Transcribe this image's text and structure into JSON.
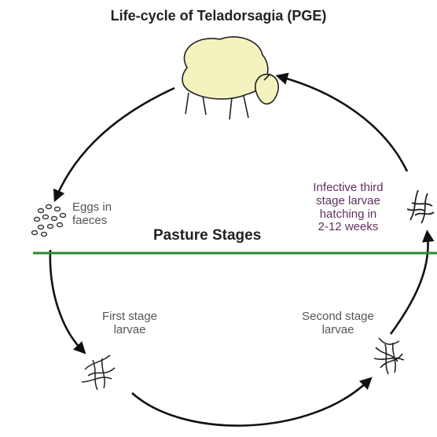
{
  "title": "Life-cycle of Teladorsagia (PGE)",
  "labels": {
    "eggs": "Eggs in\nfaeces",
    "pasture": "Pasture Stages",
    "infective": "Infective third\nstage larvae\nhatching in\n2-12 weeks",
    "first_stage": "First stage\nlarvae",
    "second_stage": "Second stage\nlarvae"
  },
  "colors": {
    "pasture_line": "#2b8a2b",
    "sheep_fill": "#f4f3c0",
    "arrow": "#111111",
    "infective_text": "#603060"
  },
  "icons": [
    "sheep-icon",
    "eggs-icon",
    "larva-icon"
  ]
}
